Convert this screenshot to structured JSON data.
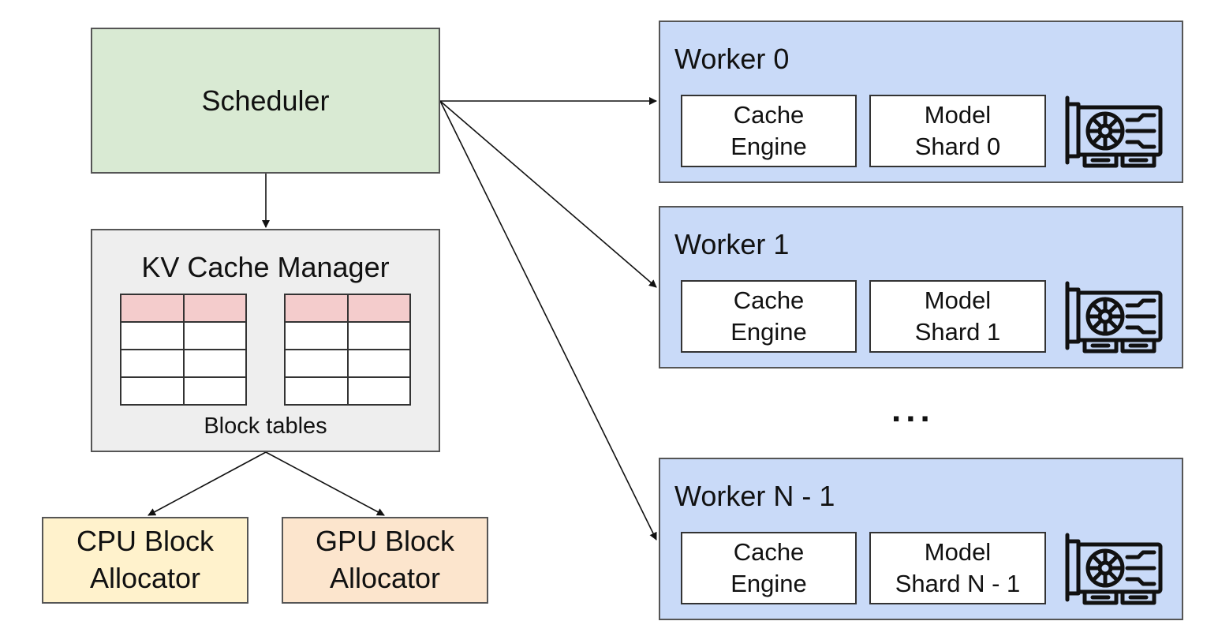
{
  "scheduler": {
    "label": "Scheduler"
  },
  "kv_cache_manager": {
    "title": "KV Cache Manager",
    "caption": "Block tables"
  },
  "allocators": [
    {
      "label_line1": "CPU Block",
      "label_line2": "Allocator",
      "color": "#fff2cc"
    },
    {
      "label_line1": "GPU Block",
      "label_line2": "Allocator",
      "color": "#fce5cd"
    }
  ],
  "workers": [
    {
      "title": "Worker 0",
      "cache_line1": "Cache",
      "cache_line2": "Engine",
      "model_line1": "Model",
      "model_line2": "Shard 0",
      "icon": "gpu-card-icon"
    },
    {
      "title": "Worker 1",
      "cache_line1": "Cache",
      "cache_line2": "Engine",
      "model_line1": "Model",
      "model_line2": "Shard 1",
      "icon": "gpu-card-icon"
    },
    {
      "title": "Worker N - 1",
      "cache_line1": "Cache",
      "cache_line2": "Engine",
      "model_line1": "Model",
      "model_line2": "Shard N - 1",
      "icon": "gpu-card-icon"
    }
  ],
  "ellipsis": "...",
  "colors": {
    "scheduler": "#d9ead3",
    "kv_manager": "#eeeeee",
    "worker": "#c9daf8",
    "block_table_header": "#f4cccc"
  }
}
